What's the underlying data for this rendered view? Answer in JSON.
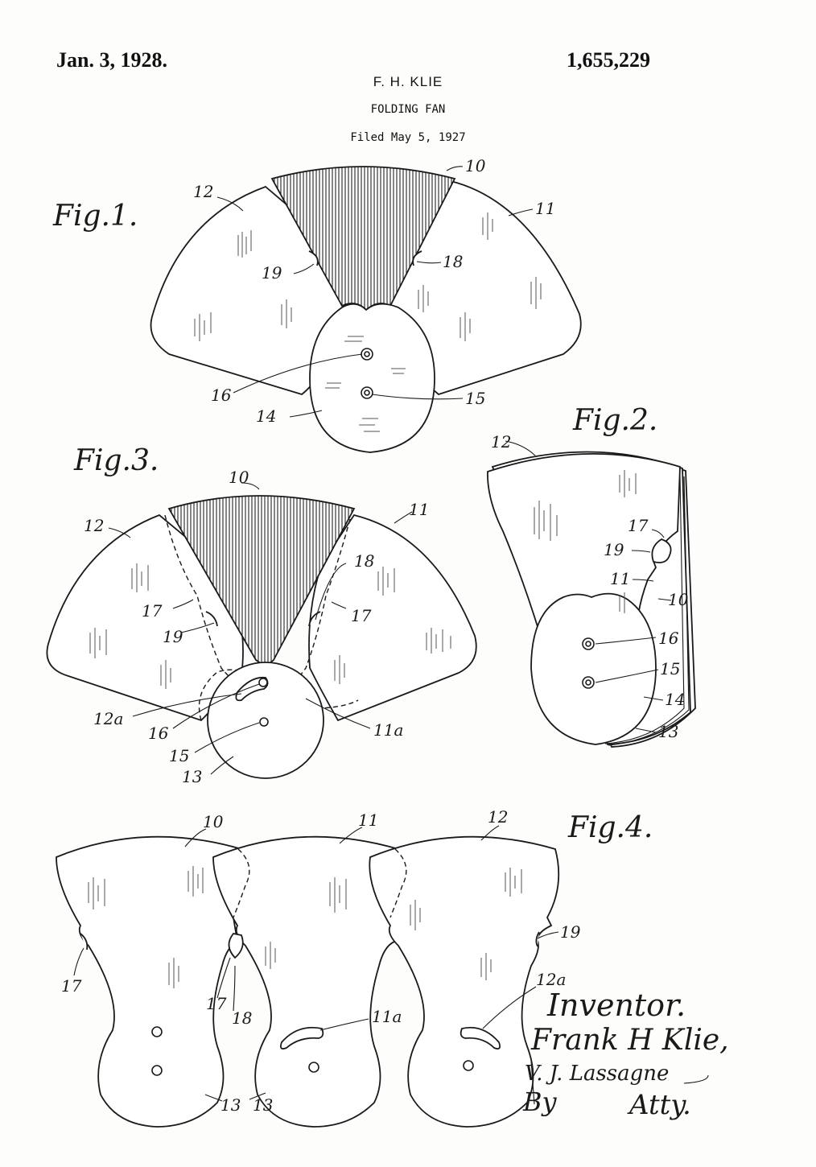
{
  "header": {
    "date": "Jan. 3, 1928.",
    "patent_number": "1,655,229",
    "inventor_name": "F. H. KLIE",
    "title": "FOLDING FAN",
    "filed": "Filed May 5, 1927"
  },
  "figures": {
    "fig1": {
      "label": "Fig.1.",
      "refs": [
        "10",
        "11",
        "12",
        "18",
        "19",
        "16",
        "15",
        "14"
      ]
    },
    "fig2": {
      "label": "Fig.2.",
      "refs": [
        "12",
        "17",
        "19",
        "11",
        "10",
        "16",
        "15",
        "14",
        "13"
      ]
    },
    "fig3": {
      "label": "Fig.3.",
      "refs": [
        "10",
        "11",
        "12",
        "18",
        "17",
        "17",
        "19",
        "12a",
        "16",
        "15",
        "13",
        "11a"
      ]
    },
    "fig4": {
      "label": "Fig.4.",
      "refs": [
        "10",
        "11",
        "12",
        "19",
        "17",
        "17",
        "18",
        "11a",
        "12a",
        "13",
        "13"
      ]
    }
  },
  "signature": {
    "inventor_caption": "Inventor.",
    "inventor_name": "Frank H Klie,",
    "attorney": "V. J. Lassagne",
    "by": "By",
    "atty": "Atty."
  }
}
